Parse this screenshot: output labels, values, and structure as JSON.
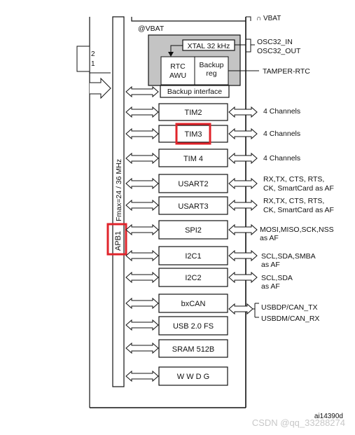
{
  "top_partial": "∩ VBAT",
  "left_partial": [
    "2",
    "1"
  ],
  "vbat_label": "@VBAT",
  "xtal_label": "XTAL 32 kHz",
  "rtc_label": [
    "RTC",
    "AWU"
  ],
  "backup_reg_label": [
    "Backup",
    "reg"
  ],
  "backup_interface_label": "Backup interface",
  "osc32_in": "OSC32_IN",
  "osc32_out": "OSC32_OUT",
  "tamper_rtc": "TAMPER-RTC",
  "bus_label": "APB1",
  "bus_freq_label": "Fmax=24 / 36 MHz",
  "peripherals": [
    {
      "name": "TIM2",
      "signals": [
        "4 Channels"
      ],
      "highlighted": false
    },
    {
      "name": "TIM3",
      "signals": [
        "4 Channels"
      ],
      "highlighted": true
    },
    {
      "name": "TIM 4",
      "signals": [
        "4 Channels"
      ],
      "highlighted": false
    },
    {
      "name": "USART2",
      "signals": [
        "RX,TX, CTS, RTS,",
        "CK, SmartCard as AF"
      ],
      "highlighted": false
    },
    {
      "name": "USART3",
      "signals": [
        "RX,TX, CTS, RTS,",
        "CK, SmartCard as AF"
      ],
      "highlighted": false
    },
    {
      "name": "SPI2",
      "signals": [
        "MOSI,MISO,SCK,NSS",
        "as AF"
      ],
      "highlighted": false
    },
    {
      "name": "I2C1",
      "signals": [
        "SCL,SDA,SMBA",
        "as AF"
      ],
      "highlighted": false
    },
    {
      "name": "I2C2",
      "signals": [
        "SCL,SDA",
        "as AF"
      ],
      "highlighted": false
    },
    {
      "name": "bxCAN",
      "signals": [],
      "highlighted": false
    },
    {
      "name": "USB 2.0 FS",
      "signals": [],
      "highlighted": false
    },
    {
      "name": "SRAM 512B",
      "signals": [],
      "highlighted": false
    },
    {
      "name": "W W D G",
      "signals": [],
      "highlighted": false
    }
  ],
  "usb_can_signals": [
    "USBDP/CAN_TX",
    "USBDM/CAN_RX"
  ],
  "figure_id": "ai14390d",
  "watermark": "CSDN @qq_33288274",
  "colors": {
    "highlight": "#e0242b",
    "backup_domain": "#c4c4c4",
    "box_fill": "#ffffff",
    "line": "#111111"
  }
}
